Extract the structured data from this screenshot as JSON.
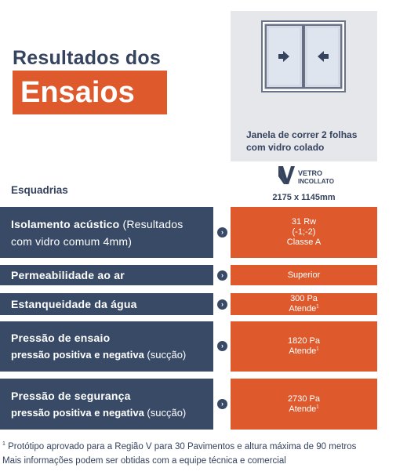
{
  "title": {
    "line1": "Resultados dos",
    "badge": "Ensaios"
  },
  "product": {
    "caption": "Janela de correr 2 folhas com vidro colado",
    "brand_top": "VETRO",
    "brand_bottom": "INCOLLATO",
    "size": "2175 x 1145mm"
  },
  "section_label": "Esquadrias",
  "rows": [
    {
      "label_bold": "Isolamento acústico",
      "label_light": " (Resultados",
      "label_line2": "com vidro comum 4mm)",
      "value_lines": [
        "31 Rw",
        "(-1;-2)",
        "Classe A"
      ]
    },
    {
      "label_bold": "Permeabilidade ao ar",
      "value_lines": [
        "Superior"
      ]
    },
    {
      "label_bold": "Estanqueidade da água",
      "value_lines": [
        "300 Pa",
        "Atende"
      ]
    },
    {
      "label_bold": "Pressão de ensaio",
      "sub_bold": "pressão positiva e negativa",
      "sub_light": " (sucção)",
      "value_lines": [
        "1820 Pa",
        "Atende"
      ]
    },
    {
      "label_bold": "Pressão de segurança",
      "sub_bold": "pressão positiva e negativa",
      "sub_light": " (sucção)",
      "value_lines": [
        "2730 Pa",
        "Atende"
      ]
    }
  ],
  "footnote_mark": "1",
  "footnotes": [
    "Protótipo aprovado para a Região V para 30 Pavimentos e altura máxima de 90 metros",
    "Mais informações podem ser obtidas com a equipe técnica e comercial"
  ],
  "icons": {
    "row_arrow": "chevron-right-icon",
    "window_arrow_left": "arrow-right-icon",
    "window_arrow_right": "arrow-left-icon"
  },
  "colors": {
    "navy": "#384a66",
    "orange": "#de5a2c",
    "card_gray": "#e6e7eb"
  }
}
